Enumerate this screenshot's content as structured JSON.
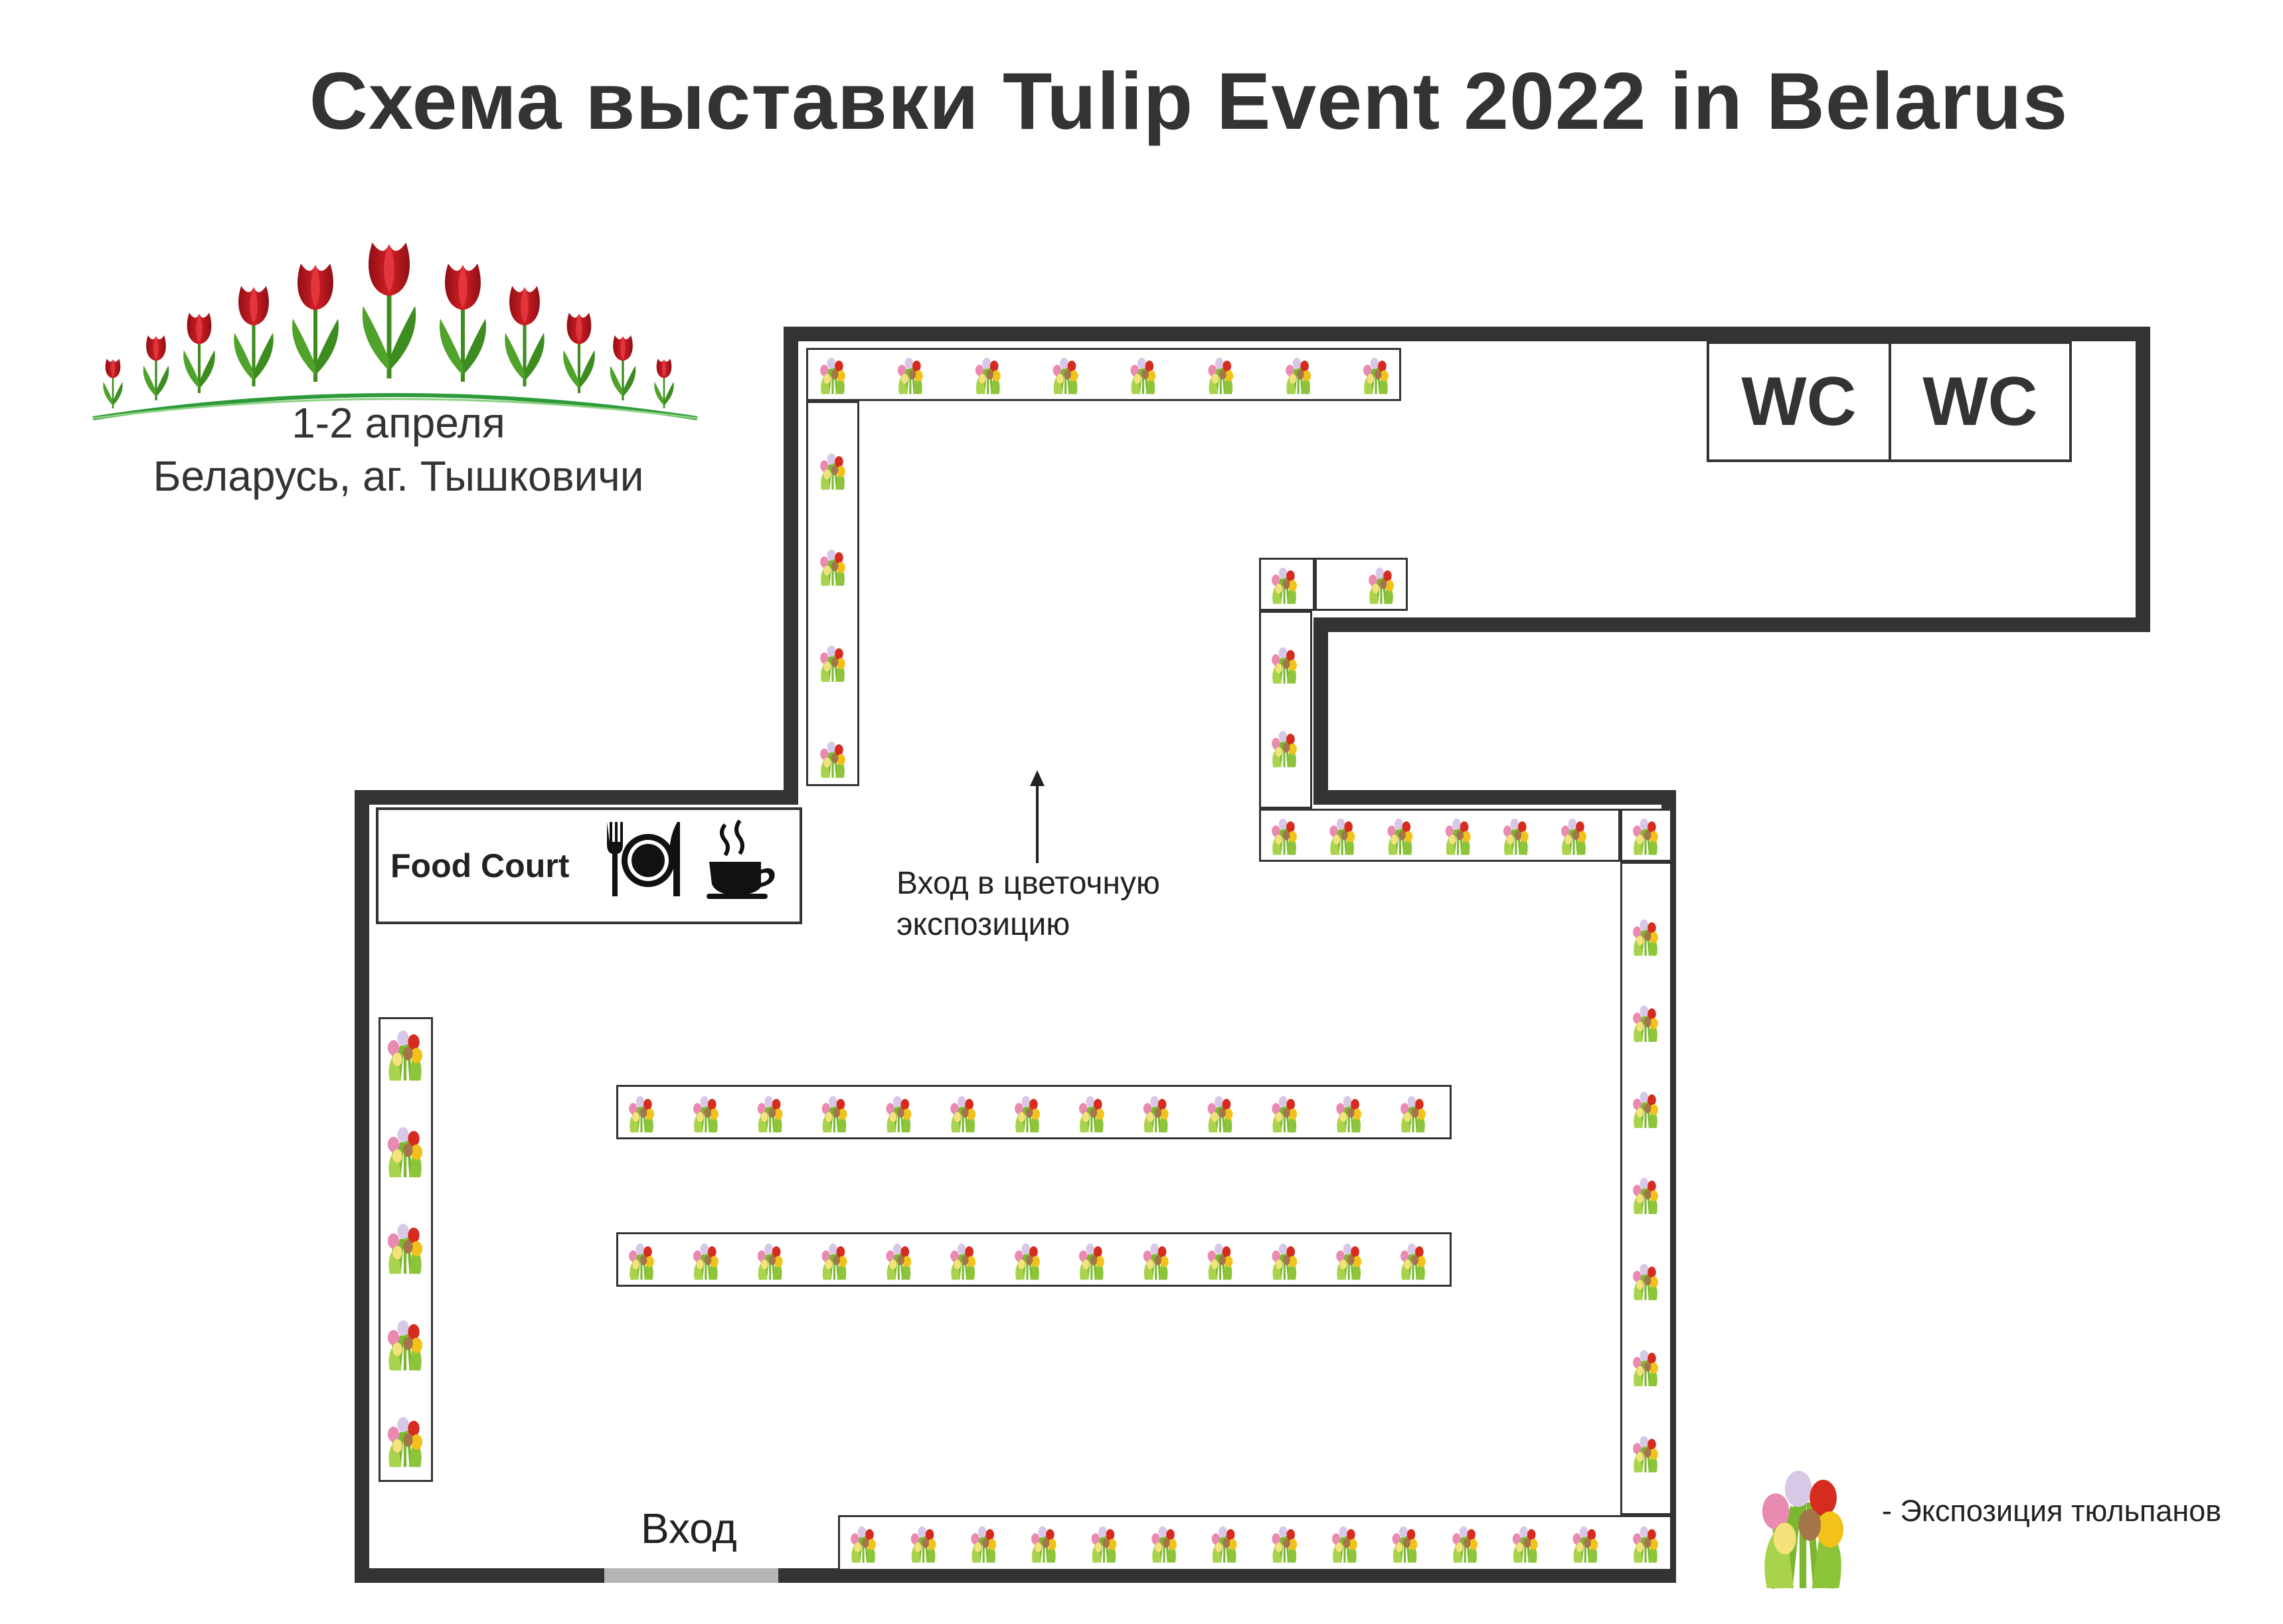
{
  "header": {
    "title": "Схема выставки Tulip Event 2022 in Belarus"
  },
  "event": {
    "dates": "1-2 апреля",
    "location": "Беларусь, аг. Тышковичи"
  },
  "map": {
    "wc_labels": [
      "WC",
      "WC"
    ],
    "food_court_label": "Food Court",
    "food_court_icons": [
      "cutlery-plate-icon",
      "coffee-cup-icon"
    ],
    "entrance_label": "Вход",
    "flower_entrance_note": [
      "Вход в цветочную",
      "экспозицию"
    ]
  },
  "legend": {
    "label": "- Экспозиция тюльпанов",
    "icon": "tulip-bouquet-icon"
  },
  "colors": {
    "wall": "#333333",
    "tulip_red": "#c0141c",
    "stem_green": "#3d8c1f",
    "grass_green": "#2e9a3a",
    "entrance_gray": "#b5b5b5"
  }
}
